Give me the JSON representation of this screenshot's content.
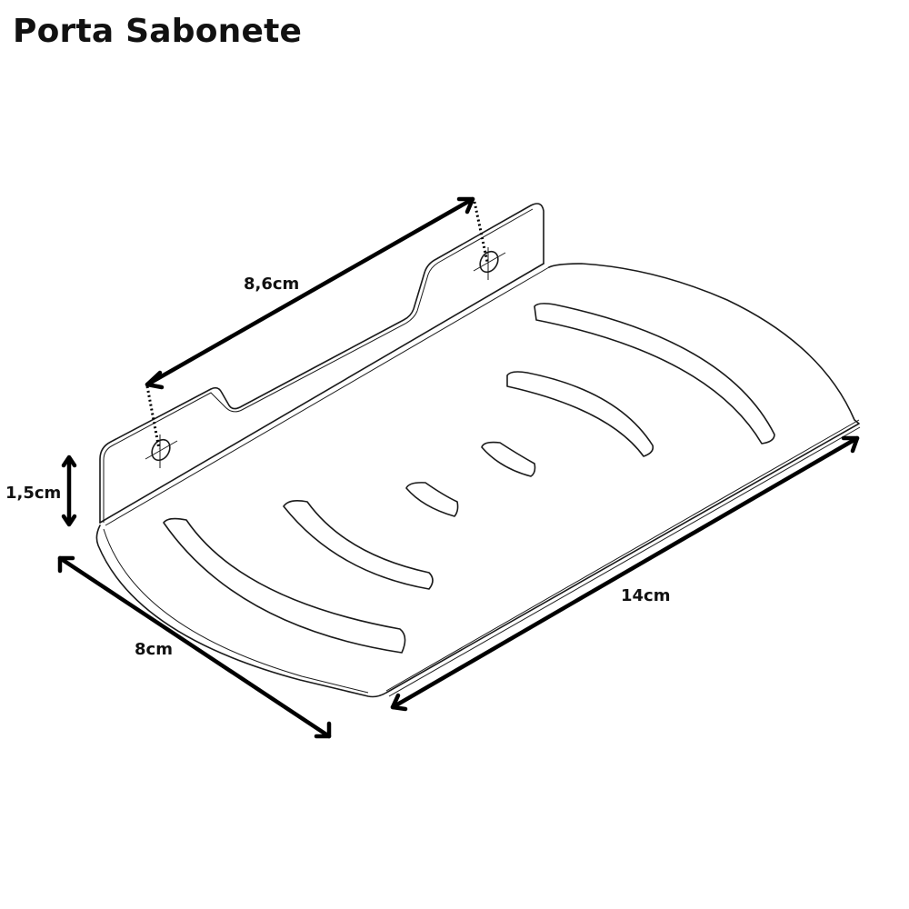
{
  "title": "Porta Sabonete",
  "product": {
    "name": "Porta Sabonete",
    "view": "isometric line drawing"
  },
  "dimensions": {
    "hole_spacing": "8,6cm",
    "height": "1,5cm",
    "depth": "8cm",
    "length": "14cm"
  },
  "colors": {
    "background": "#ffffff",
    "line": "#1a1a1a",
    "text": "#111111"
  }
}
